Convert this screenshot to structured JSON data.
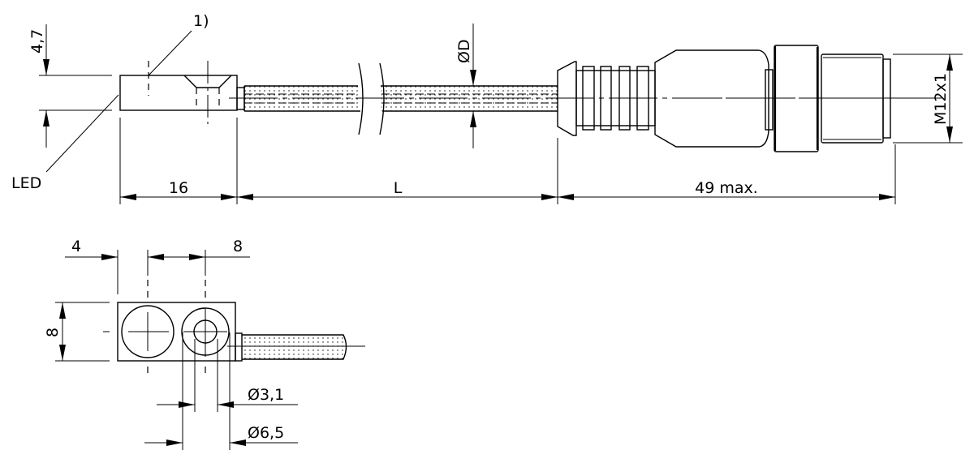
{
  "labels": {
    "height_dim": "4,7",
    "note_ref": "1)",
    "led": "LED",
    "length_body": "16",
    "cable_length": "L",
    "cable_diameter": "ØD",
    "connector_length": "49 max.",
    "thread": "M12x1",
    "hole_offset": "4",
    "hole_spacing": "8",
    "body_width": "8",
    "hole_small_dia": "Ø3,1",
    "hole_large_dia": "Ø6,5"
  },
  "colors": {
    "line": "#000000",
    "background": "#ffffff"
  }
}
